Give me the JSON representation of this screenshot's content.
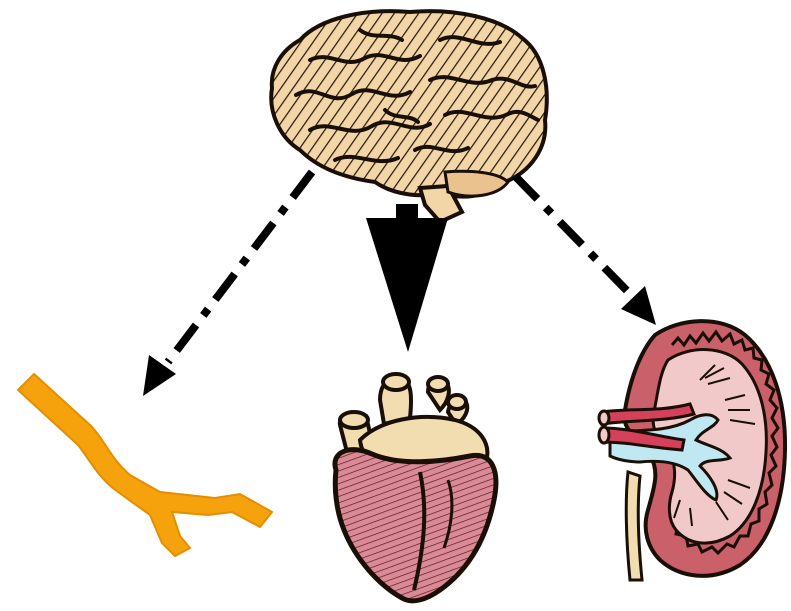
{
  "diagram": {
    "nodes": [
      {
        "id": "brain",
        "icon": "brain-icon"
      },
      {
        "id": "blood-vessel",
        "icon": "blood-vessel-icon"
      },
      {
        "id": "heart",
        "icon": "heart-icon"
      },
      {
        "id": "kidney",
        "icon": "kidney-icon"
      }
    ],
    "edges": [
      {
        "from": "brain",
        "to": "blood-vessel",
        "style": "dash-dot"
      },
      {
        "from": "brain",
        "to": "heart",
        "style": "solid-bold"
      },
      {
        "from": "brain",
        "to": "kidney",
        "style": "dash-dot"
      }
    ]
  },
  "colors": {
    "background": "#ffffff",
    "arrow": "#000000",
    "brain_fill": "#f3d6a8",
    "brain_outline": "#2a1a0c",
    "vessel": "#f5a20c",
    "heart_muscle": "#d98a96",
    "heart_vessels": "#f2ddb0",
    "kidney_outer": "#c9606a",
    "kidney_inner": "#f2c9c9",
    "kidney_pelvis": "#bfe8f2",
    "kidney_artery": "#d5405a"
  }
}
